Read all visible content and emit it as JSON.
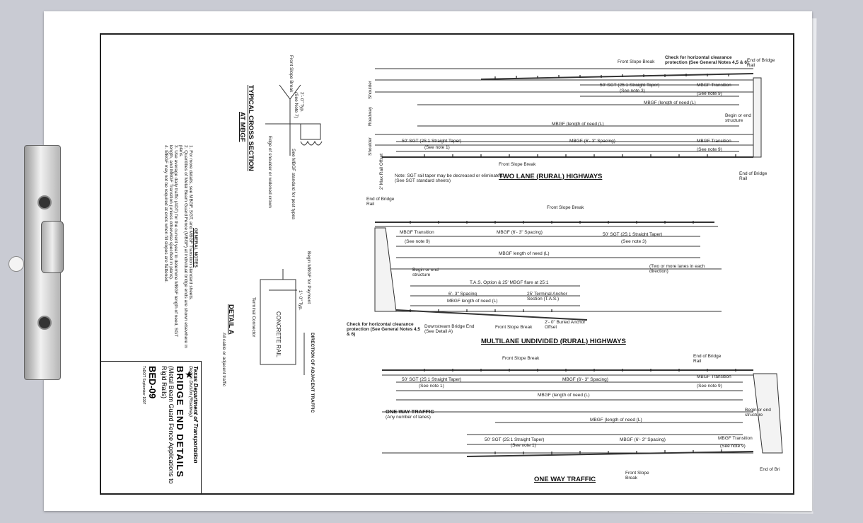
{
  "general_notes": {
    "heading": "GENERAL NOTES",
    "items": [
      "1. For more details, see MBGF, SGT, and MBGF Transition standard sheets.",
      "2. Quantities of Metal Beam Guard Fence (MBGF) at individual bridge ends are shown elsewhere in plans.",
      "3. Use average daily traffic (ADT) for the current year to determine MBGF length of need, SGT length, and MBGF Transition (unless otherwise specified in plans).",
      "4. MBGF may not be required at ends when fill slopes are flattened."
    ]
  },
  "typical_section": {
    "title": "TYPICAL CROSS SECTION",
    "subtitle": "AT MBGF",
    "labels": [
      "Front Slope Break",
      "2'- 0\" Typ.",
      "(See Note 7)",
      "Edge of shoulder or widened crown",
      "See MBGF standard for post types"
    ]
  },
  "detail_a": {
    "title": "DETAIL A",
    "labels": [
      "Begin MBGF for Payment",
      "1'- 0\" Typ.",
      "CONCRETE RAIL",
      "Terminal Connector",
      "All cable or adjacent traffic",
      "DIRECTION OF ADJACENT TRAFFIC"
    ]
  },
  "two_lane": {
    "title": "TWO LANE (RURAL) HIGHWAYS",
    "labels": {
      "check": "Check for horizontal clearance protection (See General Notes 4,5 & 6)",
      "front_slope": "Front Slope Break",
      "end_rail": "End of Bridge Rail",
      "sgt": "50' SGT (25:1 Straight Taper)",
      "see3": "(See note 3)",
      "see1": "(See note 1)",
      "transition": "MBGF Transition",
      "see9": "(See note 9)",
      "length_need": "MBGF (length of need (L)",
      "begin_end": "Begin or end structure",
      "spacing": "MBGF (6'- 3\" Spacing)",
      "note": "Note: SGT rail taper may be decreased or eliminated. (See SGT standard sheets)",
      "shoulder": "Shoulder",
      "roadway": "Roadway",
      "offset": "2' Max Rail Offset"
    }
  },
  "multilane": {
    "title": "MULTILANE UNDIVIDED (RURAL) HIGHWAYS",
    "labels": {
      "end_rail": "End of Bridge Rail",
      "front_slope": "Front Slope Break",
      "transition": "MBGF Transition",
      "spacing": "MBGF (6'- 3\" Spacing)",
      "sgt": "50' SGT (25:1 Straight Taper)",
      "see9": "(See note 9)",
      "see3": "(See note 3)",
      "length_need": "MBGF length of need (L)",
      "lanes": "(Two or more lanes in each direction)",
      "begin_end": "Begin or end structure",
      "tas": "T.A.S. Option & 25' MBGF flare at 25:1",
      "spacing2": "6'- 3\" Spacing",
      "terminal": "25' Terminal Anchor Section (T.A.S.)",
      "length_need2": "MBGF length of need (L)",
      "check": "Check for horizontal clearance protection (See General Notes 4,5 & 6)",
      "downstream": "Downstream Bridge End (See Detail A)",
      "front_slope2": "Front Slope Break",
      "buried": "2'- 0\" Buried Anchor Offset"
    }
  },
  "one_way": {
    "title": "ONE WAY TRAFFIC",
    "traffic_label": "ONE WAY TRAFFIC",
    "traffic_sub": "(Any number of lanes)",
    "labels": {
      "front_slope": "Front Slope Break",
      "end_rail": "End of Bridge Rail",
      "sgt": "50' SGT (25:1 Straight Taper)",
      "see1": "(See note 1)",
      "spacing": "MBGF (6'- 3\" Spacing)",
      "transition": "MBGF Transition",
      "see9": "(See note 9)",
      "length_need": "MBGF (length of need (L)",
      "begin_end": "Begin or end structure",
      "end_bri": "End of Bri"
    }
  },
  "title_block": {
    "agency": "Texas Department of Transportation",
    "division": "Design Division (Roadway)",
    "title": "BRIDGE END DETAILS",
    "subtitle": "(Metal Beam Guard Fence Applications to Rigid Rails)",
    "code": "BED-09",
    "date": "TxDOT September 1997"
  },
  "icons": {
    "clip": "clipboard-clip-icon",
    "logo": "txdot-star-icon"
  }
}
